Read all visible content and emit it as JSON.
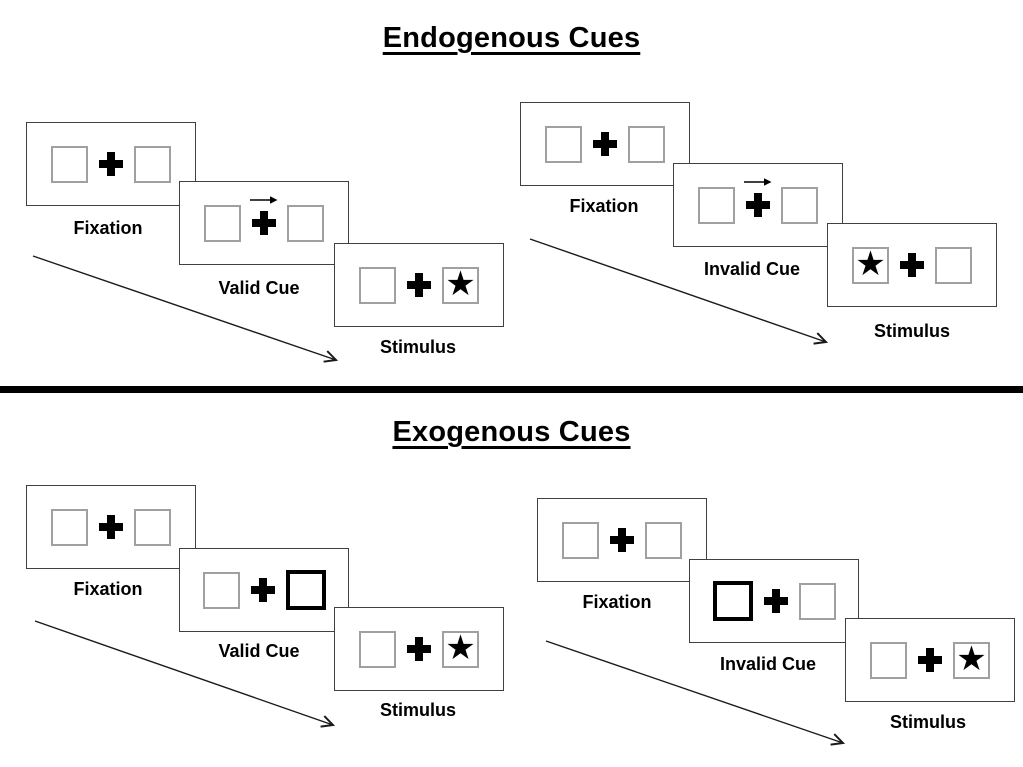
{
  "figure": {
    "sections": [
      {
        "title": "Endogenous Cues",
        "groups": [
          {
            "panels": [
              {
                "label": "Fixation",
                "kind": "fixation"
              },
              {
                "label": "Valid Cue",
                "kind": "arrow-cue",
                "cue_direction": "right"
              },
              {
                "label": "Stimulus",
                "kind": "stimulus",
                "star_side": "right"
              }
            ]
          },
          {
            "panels": [
              {
                "label": "Fixation",
                "kind": "fixation"
              },
              {
                "label": "Invalid Cue",
                "kind": "arrow-cue",
                "cue_direction": "right"
              },
              {
                "label": "Stimulus",
                "kind": "stimulus",
                "star_side": "left"
              }
            ]
          }
        ]
      },
      {
        "title": "Exogenous Cues",
        "groups": [
          {
            "panels": [
              {
                "label": "Fixation",
                "kind": "fixation"
              },
              {
                "label": "Valid Cue",
                "kind": "box-cue",
                "cue_side": "right"
              },
              {
                "label": "Stimulus",
                "kind": "stimulus",
                "star_side": "right"
              }
            ]
          },
          {
            "panels": [
              {
                "label": "Fixation",
                "kind": "fixation"
              },
              {
                "label": "Invalid Cue",
                "kind": "box-cue",
                "cue_side": "left"
              },
              {
                "label": "Stimulus",
                "kind": "stimulus",
                "star_side": "right"
              }
            ]
          }
        ]
      }
    ]
  },
  "icons": {
    "star": "★"
  },
  "colors": {
    "ink": "#000000",
    "panel_border": "#404040",
    "placeholder_box_border": "#a0a0a0",
    "cue_box_border": "#000000",
    "background": "#ffffff"
  }
}
